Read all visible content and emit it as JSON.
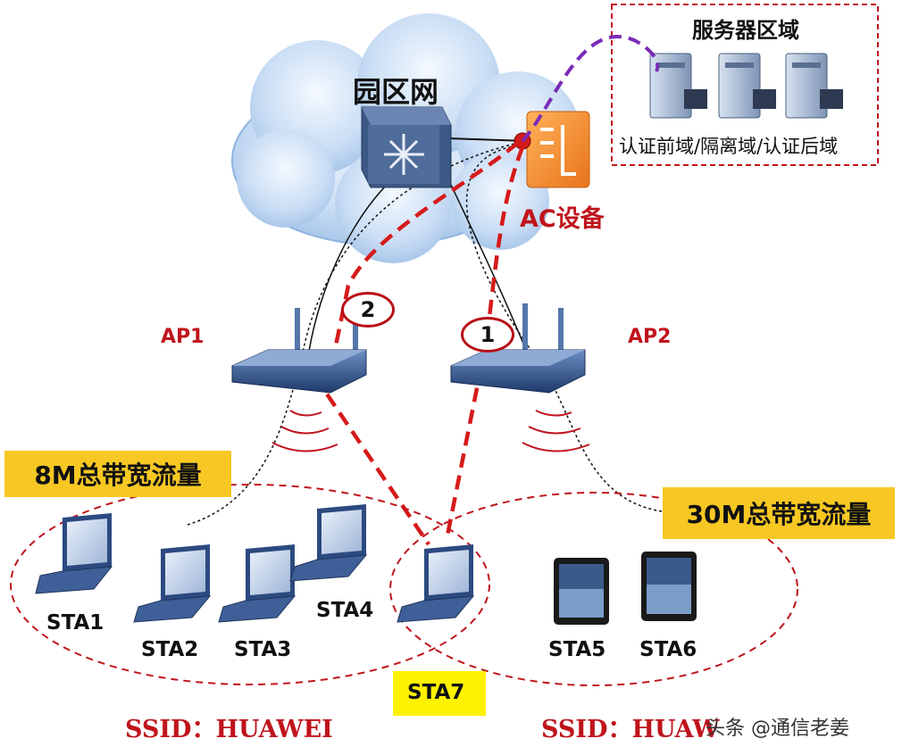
{
  "campus": {
    "label": "园区网"
  },
  "server_area": {
    "title": "服务器区域",
    "domains": "认证前域/隔离域/认证后域"
  },
  "ac": {
    "label": "AC设备"
  },
  "aps": [
    {
      "label": "AP1"
    },
    {
      "label": "AP2"
    }
  ],
  "paths": [
    {
      "label": "2"
    },
    {
      "label": "1"
    }
  ],
  "bandwidth": [
    {
      "label": "8M总带宽流量"
    },
    {
      "label": "30M总带宽流量"
    }
  ],
  "stations": [
    {
      "label": "STA1"
    },
    {
      "label": "STA2"
    },
    {
      "label": "STA3"
    },
    {
      "label": "STA4"
    },
    {
      "label": "STA5"
    },
    {
      "label": "STA6"
    },
    {
      "label": "STA7"
    }
  ],
  "ssids": [
    {
      "label": "SSID：HUAWEI"
    },
    {
      "label": "SSID：HUAWEI"
    }
  ],
  "watermark": "头条 @通信老姜",
  "colors": {
    "accent_red": "#c0141c",
    "highlight_yellow": "#f7c823",
    "ap_blue": "#2d4d86",
    "cloud_blue": "#bcd4ef",
    "wireless_purple": "#7a2bb8"
  }
}
